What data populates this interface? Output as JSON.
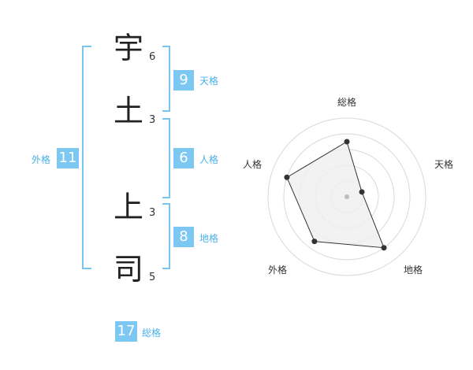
{
  "name": {
    "chars": [
      {
        "char": "宇",
        "strokes": "6"
      },
      {
        "char": "土",
        "strokes": "3"
      },
      {
        "char": "上",
        "strokes": "3"
      },
      {
        "char": "司",
        "strokes": "5"
      }
    ]
  },
  "fortune": {
    "tenkaku": {
      "value": "9",
      "label": "天格"
    },
    "jinkaku": {
      "value": "6",
      "label": "人格"
    },
    "chikaku": {
      "value": "8",
      "label": "地格"
    },
    "gaikaku": {
      "value": "11",
      "label": "外格"
    },
    "soukaku": {
      "value": "17",
      "label": "総格"
    }
  },
  "radar": {
    "axes": [
      "総格",
      "天格",
      "地格",
      "外格",
      "人格"
    ],
    "levels": 5,
    "values": [
      3.5,
      1.0,
      4.0,
      3.5,
      4.0
    ],
    "colors": {
      "fill": "#efefef",
      "line": "#333333",
      "grid": "#d9d9d9",
      "center": "#bbbbbb"
    }
  },
  "colors": {
    "accent": "#7cc8f2",
    "label": "#4ab0e6"
  }
}
